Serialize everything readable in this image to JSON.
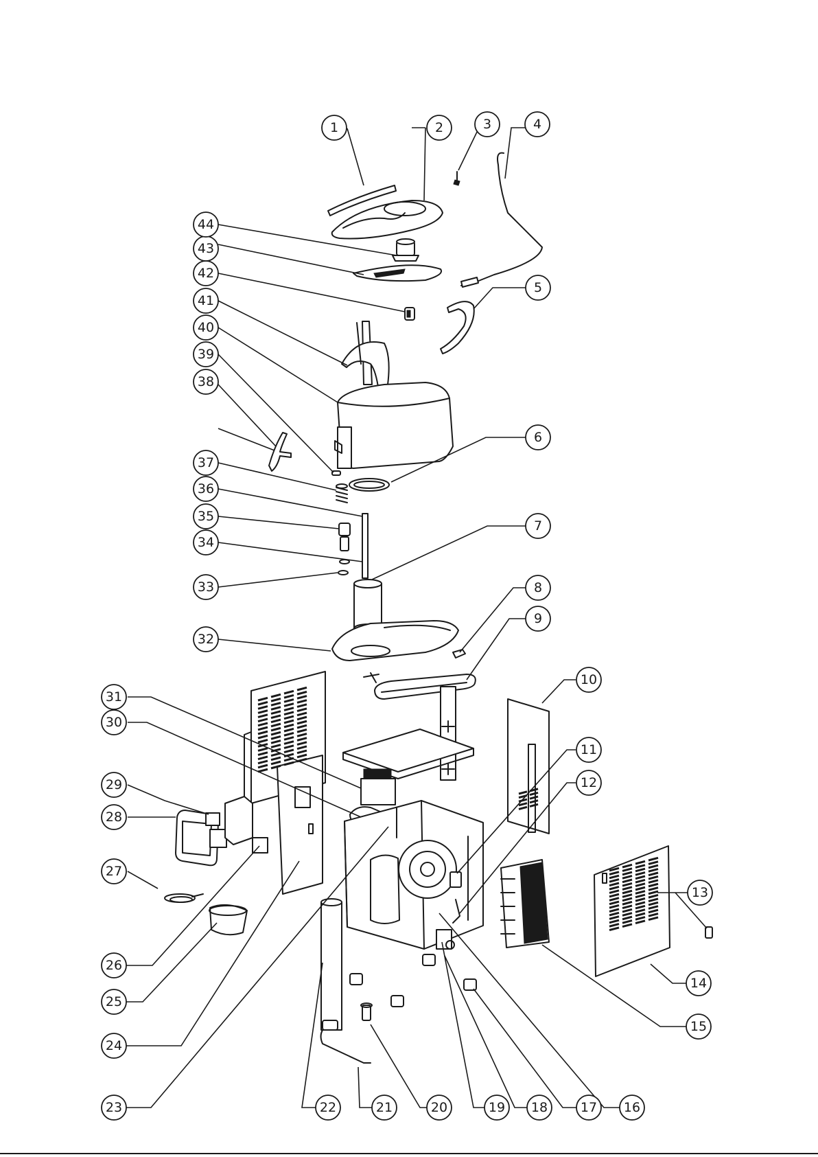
{
  "part_labels": [
    "1",
    "2",
    "3",
    "4",
    "5",
    "6",
    "7",
    "8",
    "9",
    "10",
    "11",
    "12",
    "13",
    "14",
    "15",
    "16",
    "17",
    "18",
    "19",
    "20",
    "21",
    "22",
    "23",
    "24",
    "25",
    "26",
    "27",
    "28",
    "29",
    "30",
    "31",
    "32",
    "33",
    "34",
    "35",
    "36",
    "37",
    "38",
    "39",
    "40",
    "41",
    "42",
    "43",
    "44"
  ],
  "colors": {
    "line": "#1a1a1a",
    "background": "#ffffff"
  }
}
